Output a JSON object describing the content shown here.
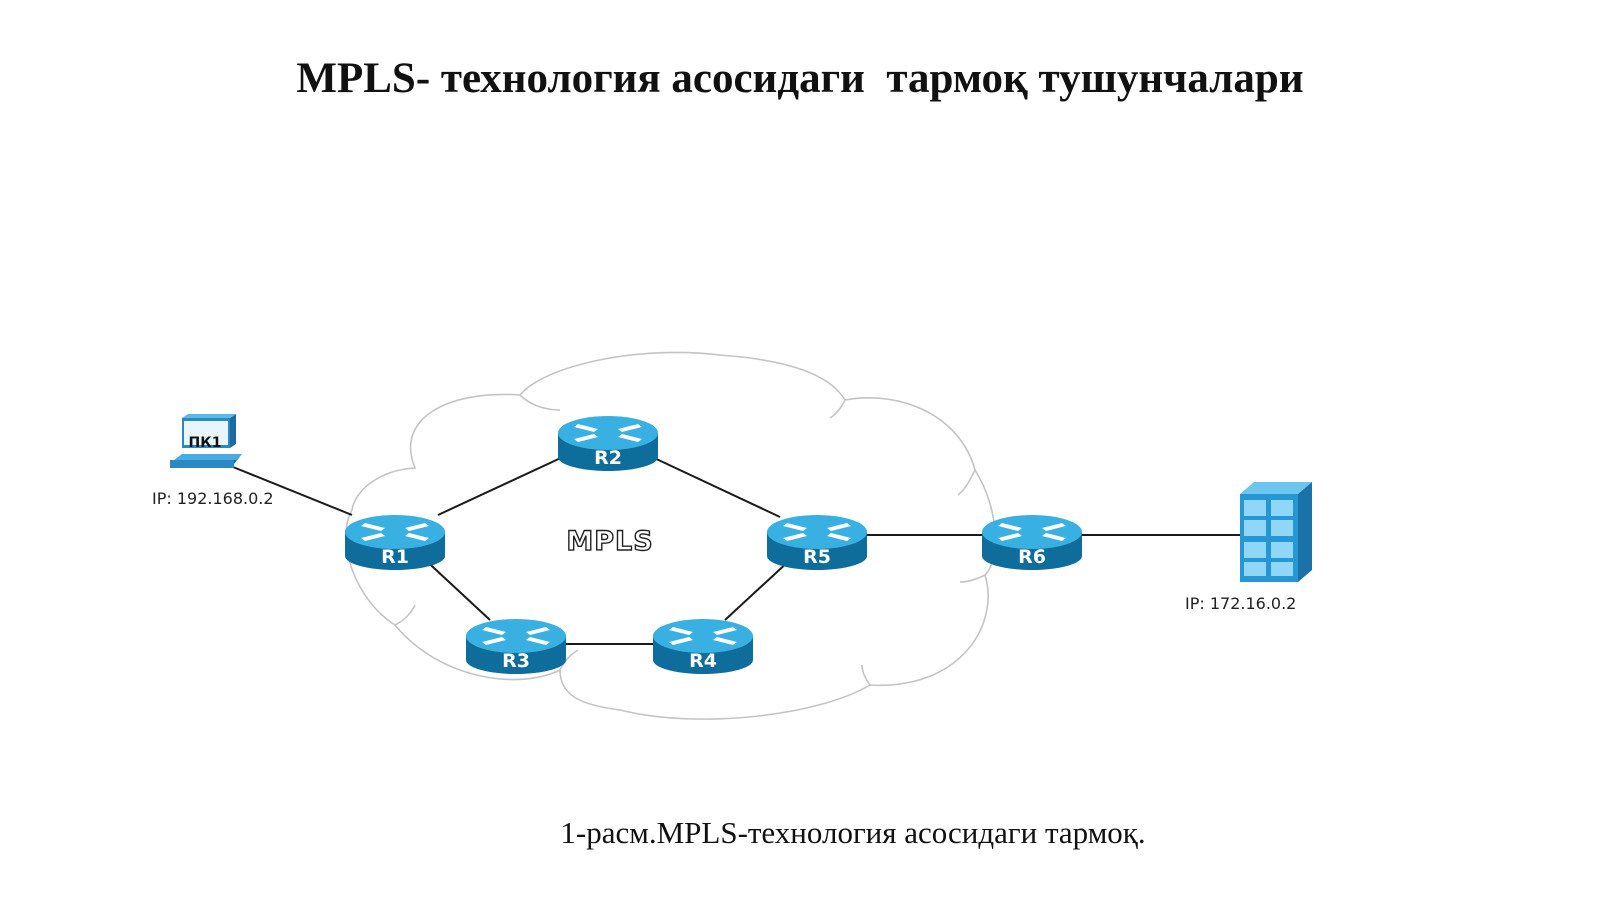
{
  "slide": {
    "title": "MPLS- технология асосидаги  тармоқ тушунчалари",
    "caption": "1-расм.MPLS-технология асосидаги тармоқ."
  },
  "diagram": {
    "cloud_label": "MPLS",
    "pc": {
      "label": "ПК1",
      "ip": "IP: 192.168.0.2",
      "icon": "computer-icon"
    },
    "server": {
      "ip": "IP: 172.16.0.2",
      "icon": "server-icon"
    },
    "routers": [
      {
        "id": "r1",
        "label": "R1"
      },
      {
        "id": "r2",
        "label": "R2"
      },
      {
        "id": "r3",
        "label": "R3"
      },
      {
        "id": "r4",
        "label": "R4"
      },
      {
        "id": "r5",
        "label": "R5"
      },
      {
        "id": "r6",
        "label": "R6"
      }
    ],
    "links": [
      [
        "pc",
        "r1"
      ],
      [
        "r1",
        "r2"
      ],
      [
        "r1",
        "r3"
      ],
      [
        "r2",
        "r5"
      ],
      [
        "r3",
        "r4"
      ],
      [
        "r4",
        "r5"
      ],
      [
        "r5",
        "r6"
      ],
      [
        "r6",
        "server"
      ]
    ],
    "colors": {
      "router": "#1b8fc7",
      "router_dark": "#0f6d9c",
      "router_top": "#38b0e2",
      "cloud_stroke": "#bdbdbd"
    }
  }
}
